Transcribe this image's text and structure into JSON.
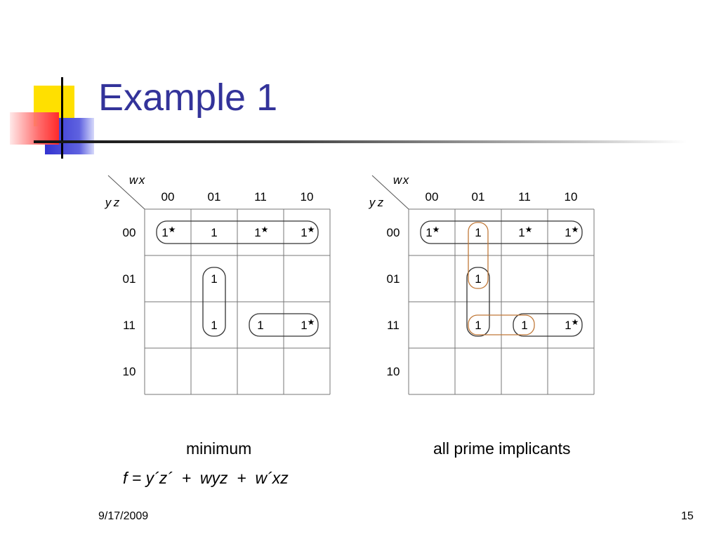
{
  "slide": {
    "title": "Example 1",
    "footer_date": "9/17/2009",
    "page_number": "15"
  },
  "kmap_left": {
    "row_var_label": "y z",
    "col_var_label": "w x",
    "col_headers": [
      "00",
      "01",
      "11",
      "10"
    ],
    "row_headers": [
      "00",
      "01",
      "11",
      "10"
    ],
    "cells": [
      [
        "1*",
        "1",
        "1*",
        "1*"
      ],
      [
        "",
        "1",
        "",
        ""
      ],
      [
        "",
        "1",
        "1",
        "1*"
      ],
      [
        "",
        "",
        "",
        ""
      ]
    ],
    "caption": "minimum"
  },
  "kmap_right": {
    "row_var_label": "y z",
    "col_var_label": "w x",
    "col_headers": [
      "00",
      "01",
      "11",
      "10"
    ],
    "row_headers": [
      "00",
      "01",
      "11",
      "10"
    ],
    "cells": [
      [
        "1*",
        "1",
        "1*",
        "1*"
      ],
      [
        "",
        "1",
        "",
        ""
      ],
      [
        "",
        "1",
        "1",
        "1*"
      ],
      [
        "",
        "",
        "",
        ""
      ]
    ],
    "caption": "all prime implicants"
  },
  "formula": "f = y´z´  +  wyz  +  w´xz",
  "colors": {
    "title": "#33339a",
    "essential_loop": "#333333",
    "extra_prime_loop": "#c07838"
  }
}
